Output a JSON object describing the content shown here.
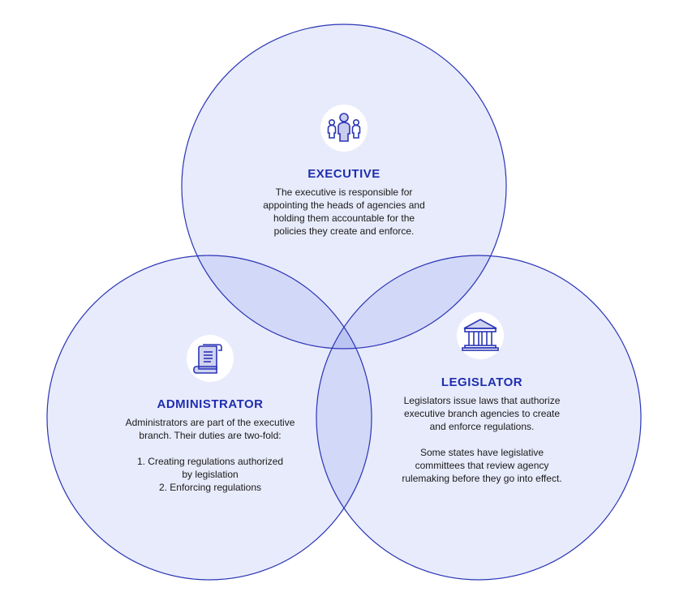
{
  "colors": {
    "stroke": "#2a35b6",
    "fill": "#e8ebfb",
    "overlap": "#d2d8f7",
    "center": "#bcc5f2",
    "title": "#1f2eb0"
  },
  "executive": {
    "icon": "people-icon",
    "title": "EXECUTIVE",
    "text": "The executive is responsible for\nappointing the heads of agencies and\nholding them accountable for the\npolicies they create and enforce."
  },
  "administrator": {
    "icon": "scroll-document-icon",
    "title": "ADMINISTRATOR",
    "intro": "Administrators are part of the executive\nbranch. Their duties are two-fold:",
    "list": "1. Creating regulations authorized\nby legislation\n2. Enforcing regulations"
  },
  "legislator": {
    "icon": "capitol-building-icon",
    "title": "LEGISLATOR",
    "text1": "Legislators issue laws that authorize\nexecutive branch agencies to create\nand enforce regulations.",
    "text2": "Some states have legislative\ncommittees that review agency\nrulemaking before they go into effect."
  }
}
